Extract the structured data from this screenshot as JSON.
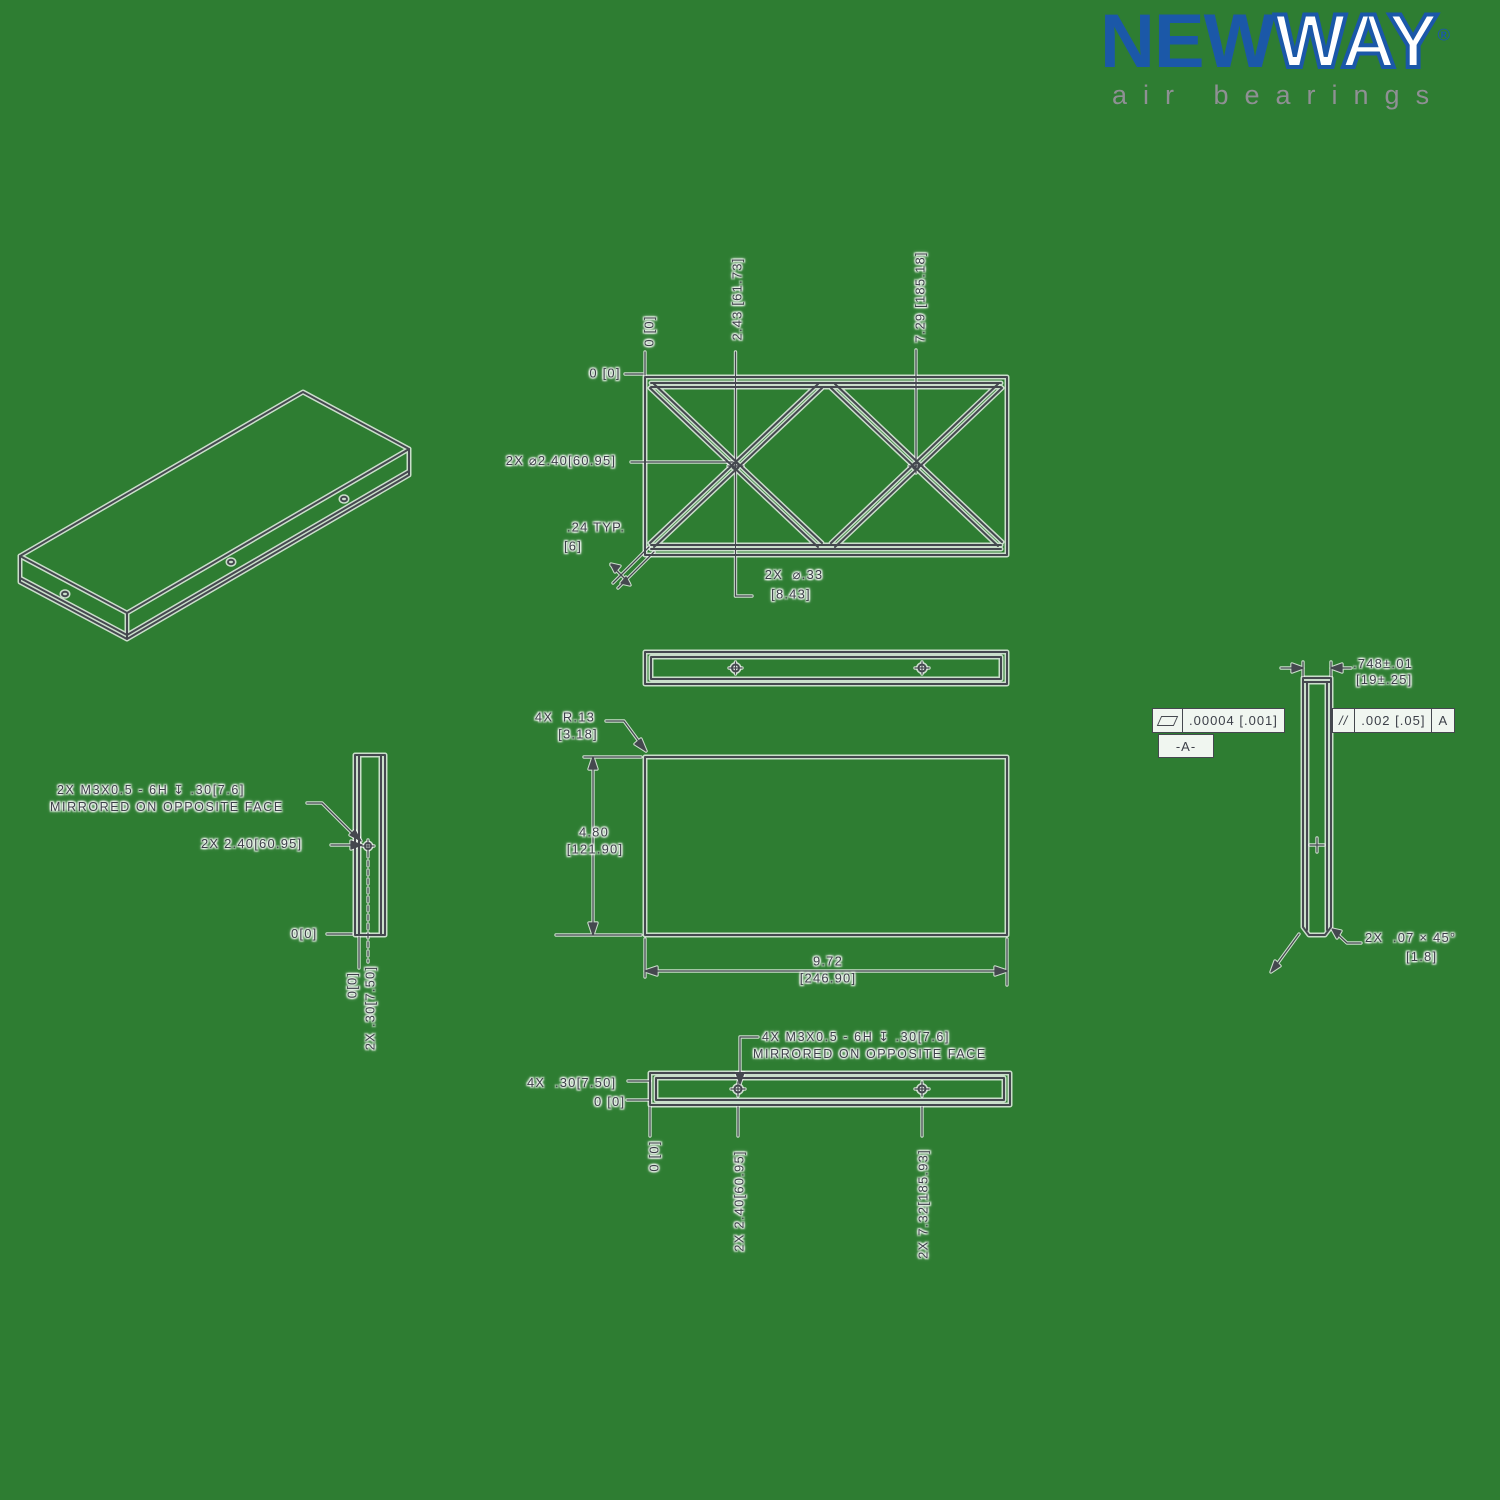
{
  "background_color": "#2e7d32",
  "logo": {
    "word_new": "NEW",
    "word_way": "WAY",
    "registered": "®",
    "tagline": "air bearings",
    "brand_blue": "#1b58a8",
    "tagline_gray": "#8f9094"
  },
  "top_view": {
    "ord_x_0": "0 [0]",
    "ord_x_1": "2.43 [61.73]",
    "ord_x_2": "7.29 [185.18]",
    "ord_y_0": "0 [0]",
    "center_dia": "2X ⌀2.40[60.95]",
    "groove_width_1": ".24 TYP.",
    "groove_width_2": "[6]",
    "orifice_1": "2X  ⌀.33",
    "orifice_2": "[8.43]"
  },
  "front_view": {
    "corner_radius_1": "4X  R.13",
    "corner_radius_2": "[3.18]",
    "height_in": "4.80",
    "height_mm": "[121.90]",
    "width_in": "9.72",
    "width_mm": "[246.90]"
  },
  "left_view": {
    "thread_note_1": "2X M3X0.5 - 6H ↧ .30[7.6]",
    "thread_note_2": "MIRRORED ON OPPOSITE FACE",
    "hole_pos": "2X 2.40[60.95]",
    "zero": "0[0]",
    "ord_zero": "0[0]",
    "ord_offset": "2X .30[7.50]"
  },
  "bottom_view": {
    "thread_note_1": "4X M3X0.5 - 6H ↧ .30[7.6]",
    "thread_note_2": "MIRRORED ON OPPOSITE FACE",
    "offset": "4X  .30[7.50]",
    "zero": "0 [0]",
    "ord_zero": "0 [0]",
    "ord_1": "2X 2.40[60.95]",
    "ord_2": "2X 7.32[185.93]"
  },
  "right_view": {
    "thickness_in": ".748±.01",
    "thickness_mm": "[19±.25]",
    "flatness_value": ".00004  [.001]",
    "datum_label": "-A-",
    "parallel_symbol": "//",
    "parallel_value": ".002  [.05]",
    "datum_ref": "A",
    "chamfer_1": "2X  .07 × 45°",
    "chamfer_2": "[1.8]"
  }
}
